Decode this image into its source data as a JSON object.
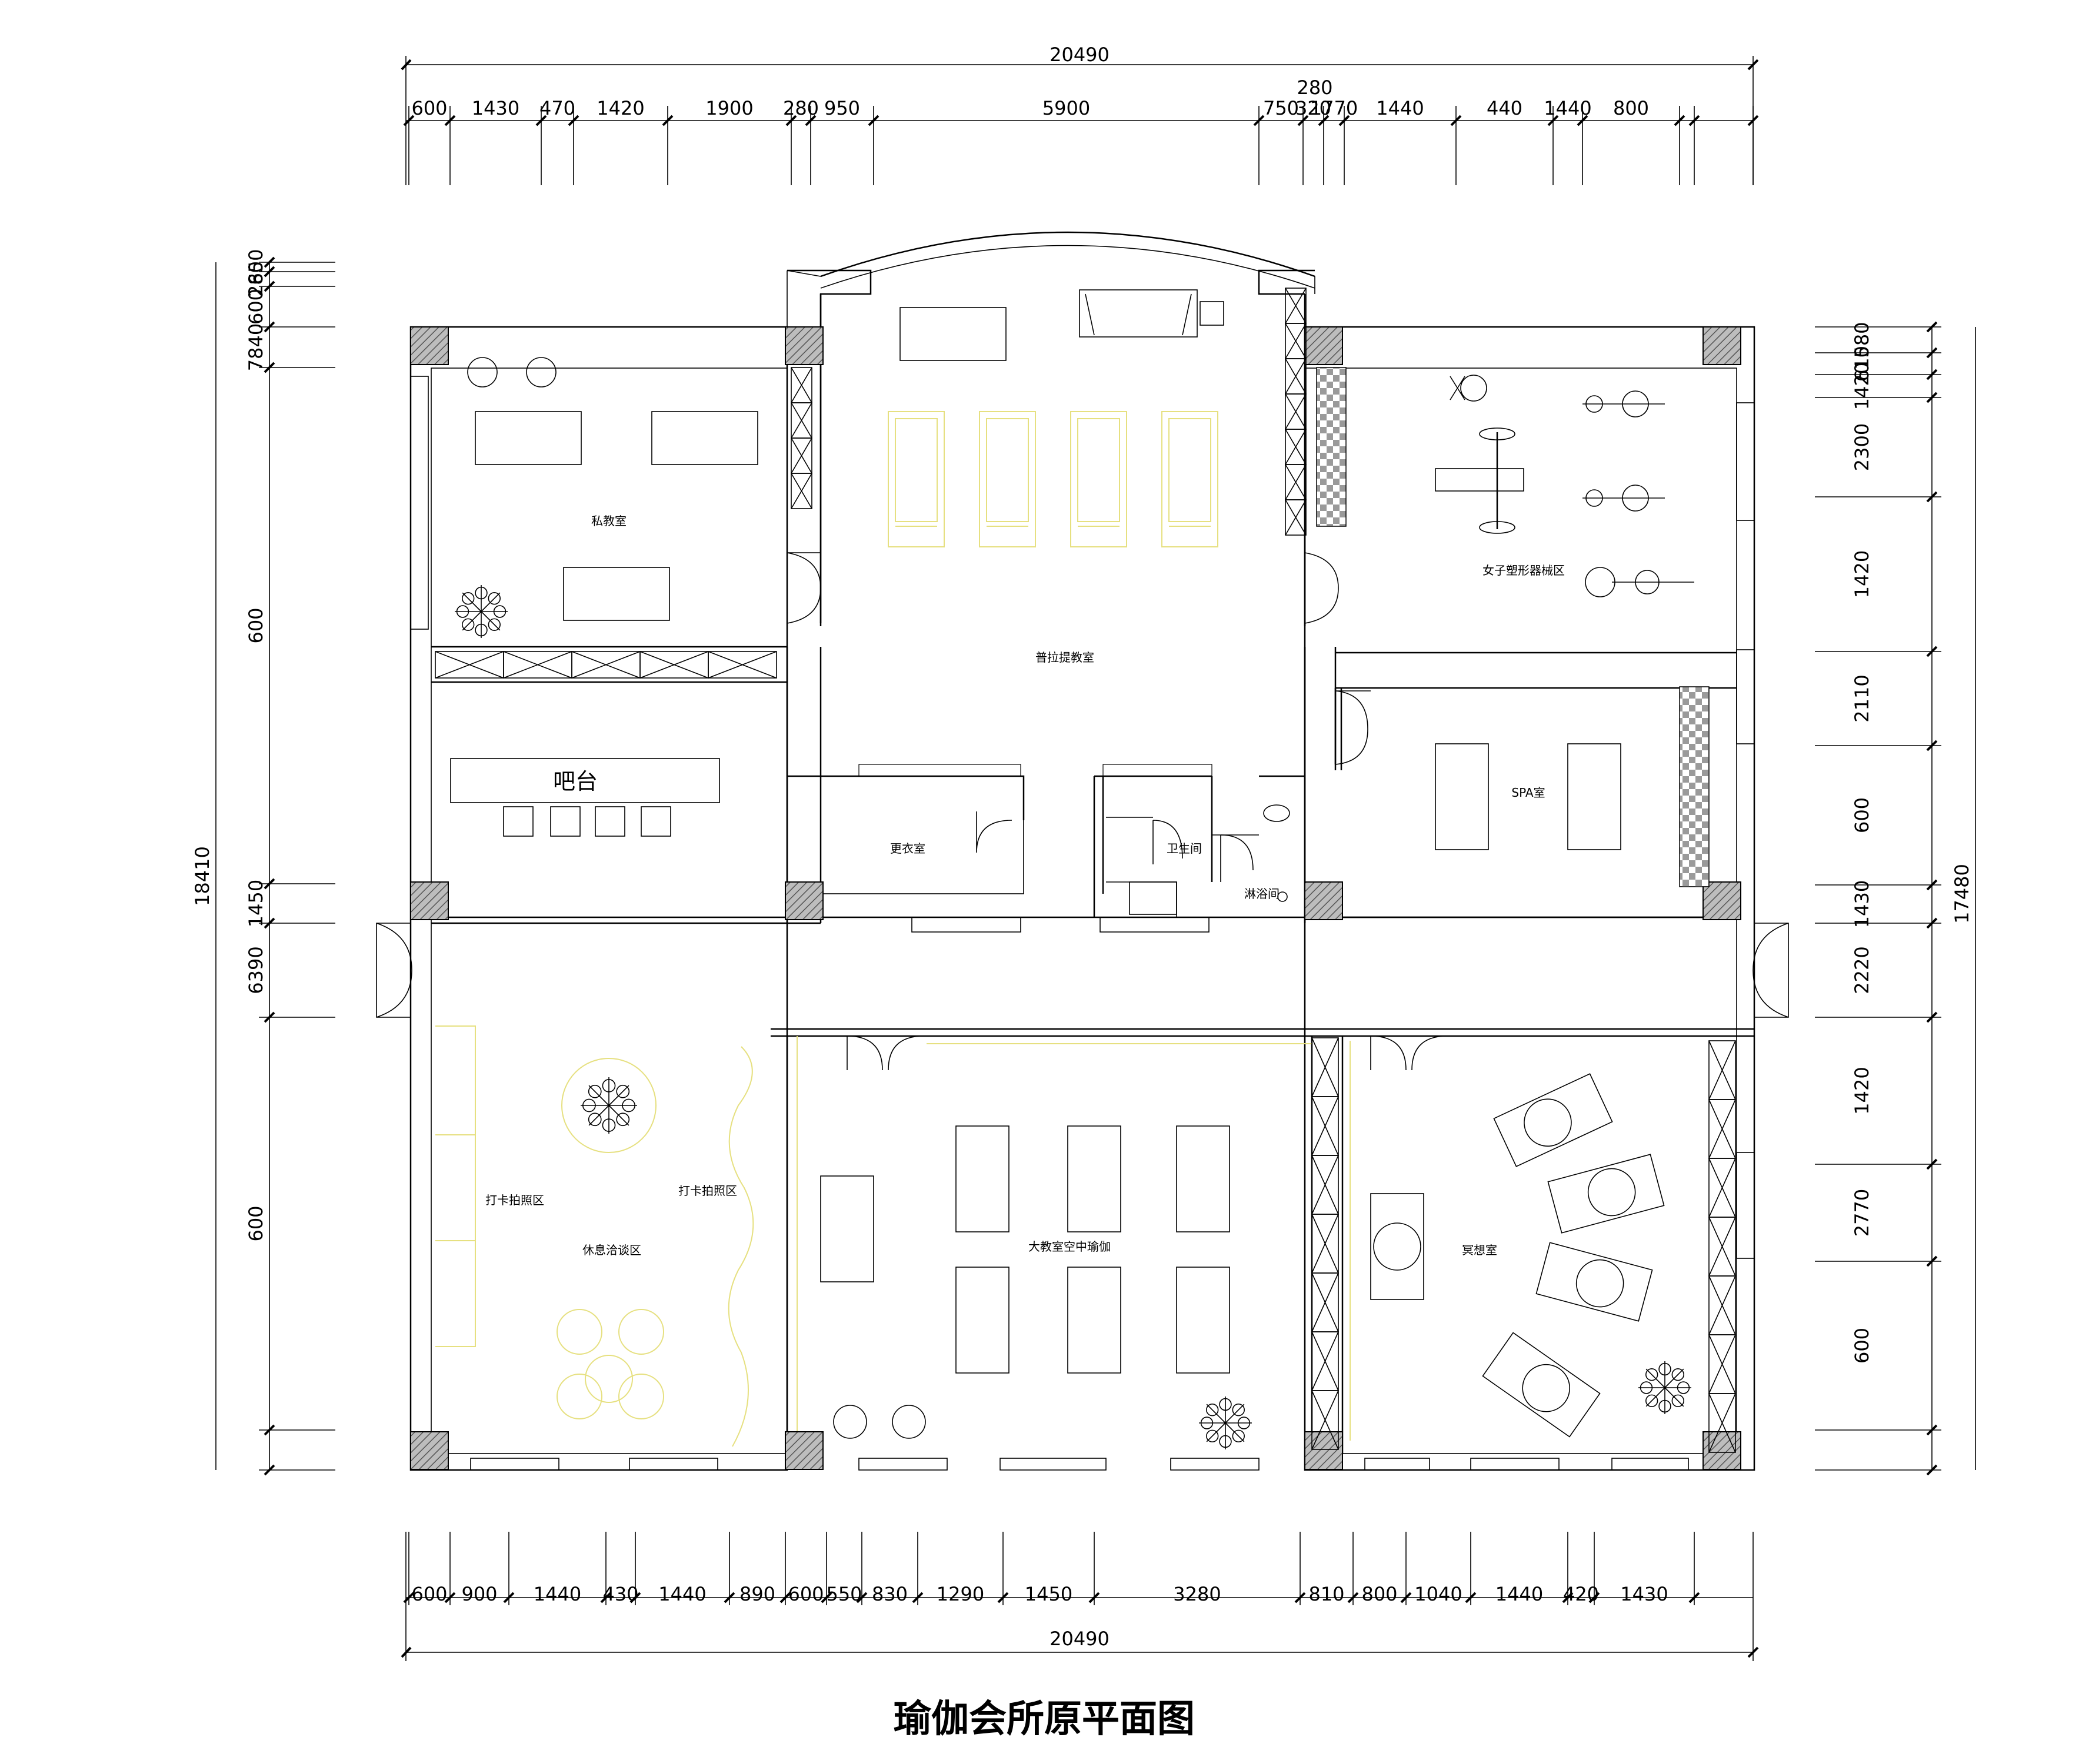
{
  "title": "瑜伽会所原平面图",
  "dimensions": {
    "overall_width": "20490",
    "overall_height_left": "18410",
    "overall_height_right": "17480",
    "top_extra": "280",
    "top": [
      "600",
      "1430",
      "470",
      "1420",
      "1900",
      "280",
      "950",
      "5900",
      "750",
      "320",
      "1770",
      "1440",
      "440",
      "1440",
      "800"
    ],
    "bottom": [
      "600",
      "900",
      "1440",
      "430",
      "1440",
      "890",
      "600",
      "550",
      "830",
      "1290",
      "1450",
      "3280",
      "810",
      "800",
      "1040",
      "1440",
      "420",
      "1430"
    ],
    "left": [
      "650",
      "280",
      "600",
      "7840",
      "600",
      "1450",
      "6390",
      "600"
    ],
    "right": [
      "580",
      "610",
      "1420",
      "2300",
      "1420",
      "2110",
      "600",
      "1430",
      "2220",
      "1420",
      "2770",
      "600"
    ]
  },
  "rooms": {
    "private_class": "私教室",
    "pilates_class": "普拉提教室",
    "equipment": "女子塑形器械区",
    "bar": "吧台",
    "spa": "SPA室",
    "changing": "更衣室",
    "toilet": "卫生间",
    "shower": "淋浴间",
    "photo_left": "打卡拍照区",
    "photo_right": "打卡拍照区",
    "lounge": "休息洽谈区",
    "aerial_yoga": "大教室空中瑜伽",
    "meditation": "冥想室"
  },
  "colors": {
    "line": "#000000",
    "furniture_accent": "#e6e080",
    "column_fill": "#8c8c8c"
  }
}
